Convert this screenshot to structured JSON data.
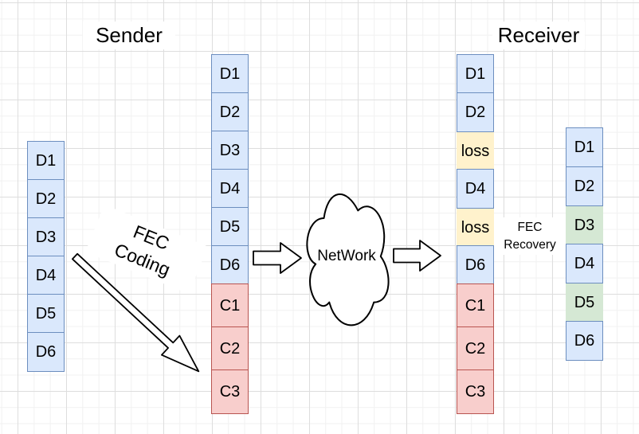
{
  "labels": {
    "sender": "Sender",
    "receiver": "Receiver",
    "fec_coding_line1": "FEC",
    "fec_coding_line2": "Coding",
    "fec_recovery_line1": "FEC",
    "fec_recovery_line2": "Recovery",
    "network": "NetWork"
  },
  "colors": {
    "data": {
      "fill": "#dae8fc",
      "stroke": "#6c8ebf"
    },
    "parity": {
      "fill": "#f8cecc",
      "stroke": "#b85450"
    },
    "loss": {
      "fill": "#fff2cc",
      "stroke": ""
    },
    "recovered": {
      "fill": "#d5e8d4",
      "stroke": ""
    }
  },
  "columns": [
    {
      "name": "sender-source-packets",
      "cells": [
        {
          "label": "D1",
          "type": "data"
        },
        {
          "label": "D2",
          "type": "data"
        },
        {
          "label": "D3",
          "type": "data"
        },
        {
          "label": "D4",
          "type": "data"
        },
        {
          "label": "D5",
          "type": "data"
        },
        {
          "label": "D6",
          "type": "data"
        }
      ]
    },
    {
      "name": "sender-encoded-packets",
      "cells": [
        {
          "label": "D1",
          "type": "data"
        },
        {
          "label": "D2",
          "type": "data"
        },
        {
          "label": "D3",
          "type": "data"
        },
        {
          "label": "D4",
          "type": "data"
        },
        {
          "label": "D5",
          "type": "data"
        },
        {
          "label": "D6",
          "type": "data"
        },
        {
          "label": "C1",
          "type": "parity"
        },
        {
          "label": "C2",
          "type": "parity"
        },
        {
          "label": "C3",
          "type": "parity"
        }
      ]
    },
    {
      "name": "receiver-received-packets",
      "cells": [
        {
          "label": "D1",
          "type": "data"
        },
        {
          "label": "D2",
          "type": "data"
        },
        {
          "label": "loss",
          "type": "loss"
        },
        {
          "label": "D4",
          "type": "data"
        },
        {
          "label": "loss",
          "type": "loss"
        },
        {
          "label": "D6",
          "type": "data"
        },
        {
          "label": "C1",
          "type": "parity"
        },
        {
          "label": "C2",
          "type": "parity"
        },
        {
          "label": "C3",
          "type": "parity"
        }
      ]
    },
    {
      "name": "receiver-recovered-packets",
      "cells": [
        {
          "label": "D1",
          "type": "data"
        },
        {
          "label": "D2",
          "type": "data"
        },
        {
          "label": "D3",
          "type": "recovered"
        },
        {
          "label": "D4",
          "type": "data"
        },
        {
          "label": "D5",
          "type": "recovered"
        },
        {
          "label": "D6",
          "type": "data"
        }
      ]
    }
  ]
}
